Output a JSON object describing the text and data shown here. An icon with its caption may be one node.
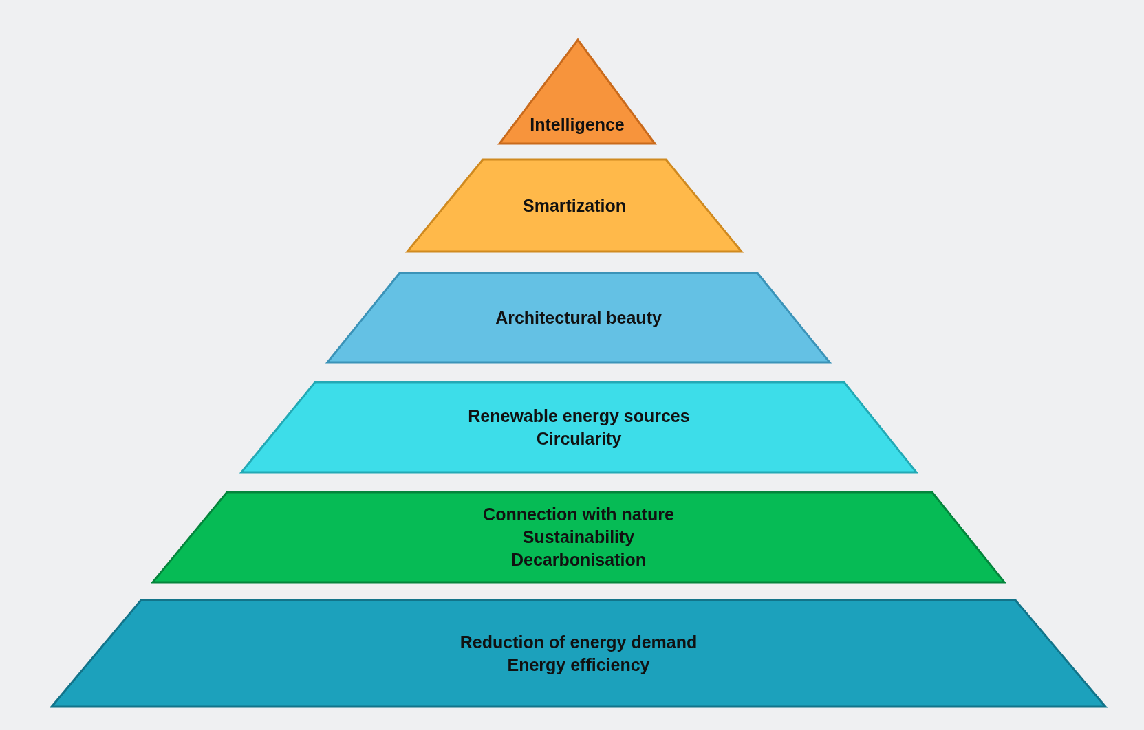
{
  "diagram": {
    "nodes": [
      {
        "text": [
          "Intelligence"
        ]
      },
      {
        "text": [
          "Smartization"
        ]
      },
      {
        "text": [
          "Architectural beauty"
        ]
      },
      {
        "text": [
          "Renewable energy sources",
          "Circularity"
        ]
      },
      {
        "text": [
          "Connection with nature",
          "Sustainability",
          "Decarbonisation"
        ]
      },
      {
        "text": [
          "Reduction of energy demand",
          "Energy efficiency"
        ]
      }
    ]
  }
}
